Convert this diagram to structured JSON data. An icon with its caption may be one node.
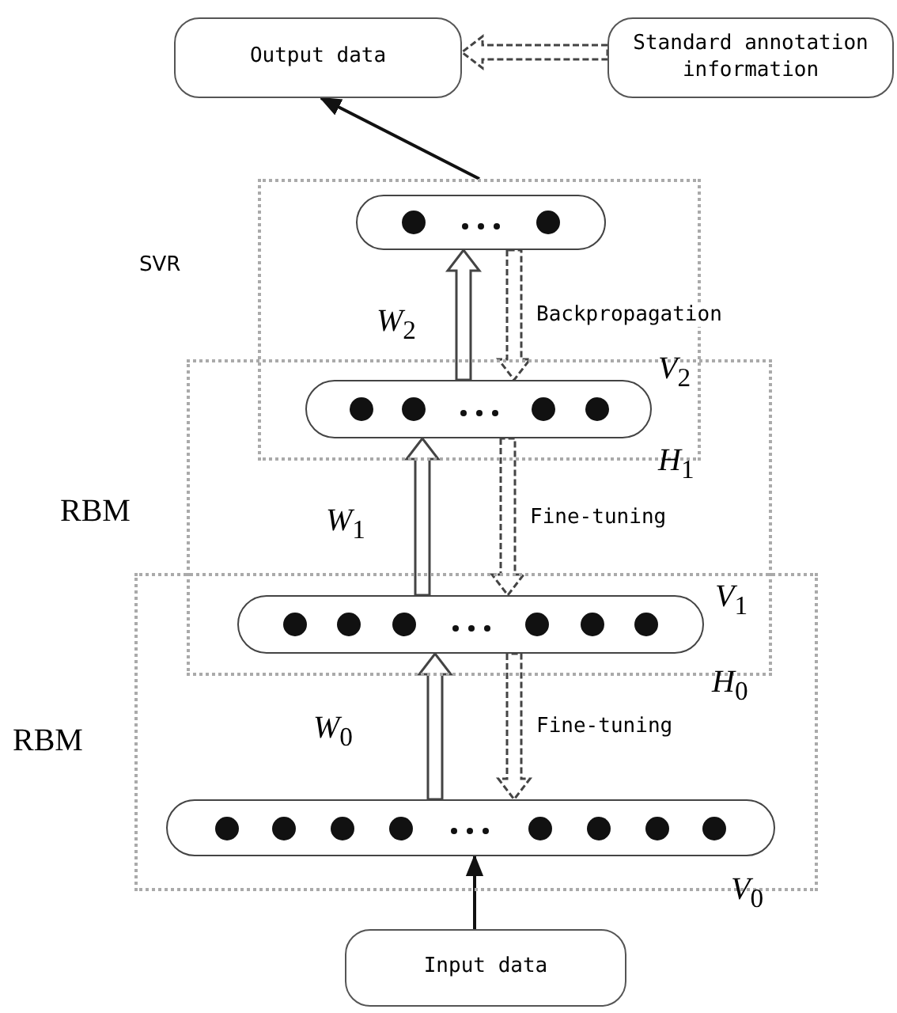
{
  "diagram": {
    "nodes": [
      {
        "text": [
          "Output data"
        ]
      },
      {
        "text": [
          "Standard annotation information"
        ]
      },
      {
        "text": [],
        "shape": "box"
      },
      {
        "text": [],
        "shape": "bar",
        "in": 2
      },
      {
        "text": [],
        "shape": "box"
      },
      {
        "text": [],
        "shape": "bar"
      },
      {
        "text": [],
        "shape": "box"
      },
      {
        "text": [],
        "shape": "bar"
      },
      {
        "text": [],
        "shape": "bar",
        "in": 6
      },
      {
        "text": [
          "Input data"
        ]
      }
    ],
    "edges": [
      {
        "from": 1,
        "to": 0,
        "arrow": "to",
        "style": "dashed"
      },
      {
        "from": 2,
        "to": 0,
        "arrow": "to"
      },
      {
        "from": 5,
        "to": 3,
        "arrow": "to",
        "style": "thick"
      },
      {
        "from": 3,
        "to": 5,
        "arrow": "to",
        "style": "dashed",
        "label": "Backpropagation"
      },
      {
        "from": 7,
        "to": 5,
        "arrow": "to",
        "style": "thick"
      },
      {
        "from": 5,
        "to": 7,
        "arrow": "to",
        "style": "dashed",
        "label": "Fine-tuning"
      },
      {
        "from": 8,
        "to": 7,
        "arrow": "to",
        "style": "thick"
      },
      {
        "from": 7,
        "to": 8,
        "arrow": "to",
        "style": "dashed",
        "label": "Fine-tuning"
      },
      {
        "from": 9,
        "to": 8,
        "arrow": "to"
      }
    ],
    "labels": [
      "SVR",
      "*W*$_{2}$",
      "*V*$_{2}$",
      "*H*$_{1}$",
      "RBM",
      "*W*$_{1}$",
      "*V*$_{1}$",
      "*H*$_{0}$",
      "RBM",
      "*W*$_{0}$",
      "*V*$_{0}$"
    ]
  }
}
